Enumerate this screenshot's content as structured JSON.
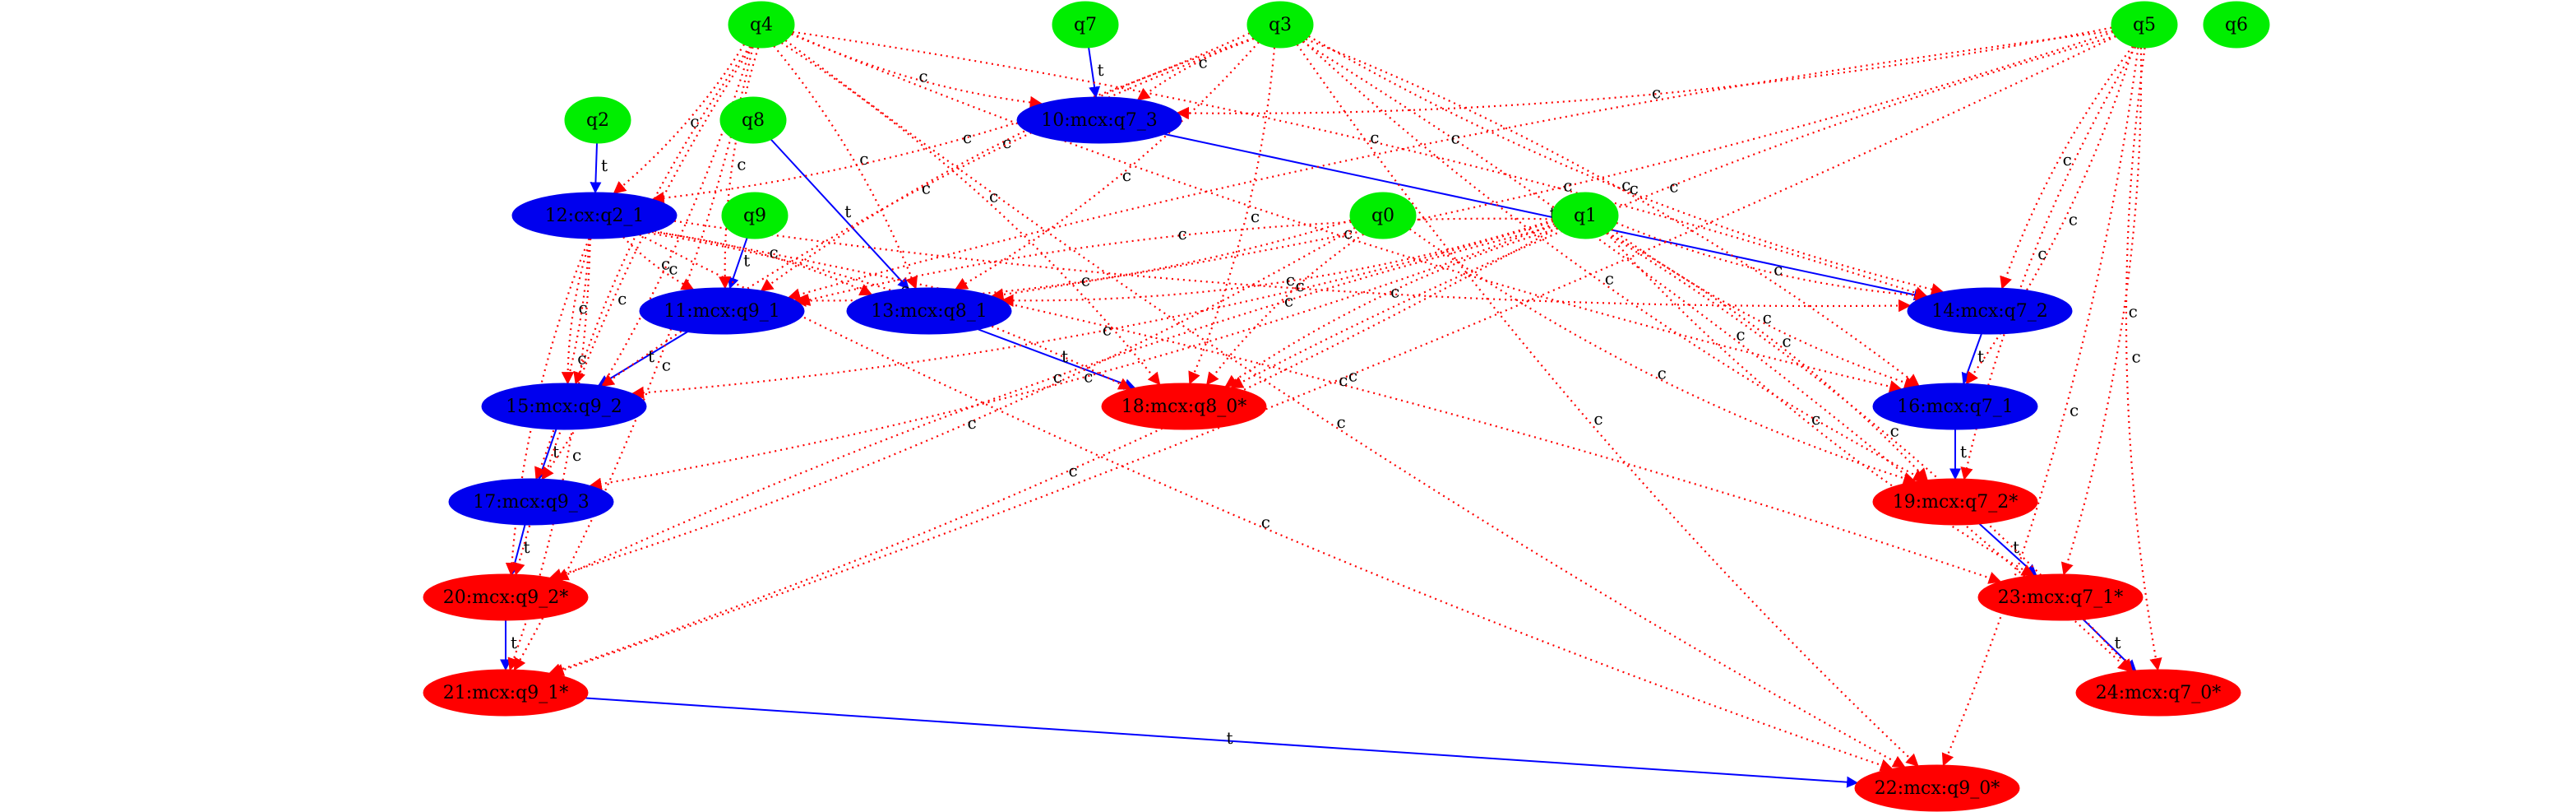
{
  "colors": {
    "input": "#00ee00",
    "mid": "#0000ee",
    "output": "#ff0000",
    "target_edge": "#0000ff",
    "control_edge": "#ff0000"
  },
  "nodes": [
    {
      "id": "q4",
      "label": "q4",
      "kind": "input"
    },
    {
      "id": "q7",
      "label": "q7",
      "kind": "input"
    },
    {
      "id": "q3",
      "label": "q3",
      "kind": "input"
    },
    {
      "id": "q5",
      "label": "q5",
      "kind": "input"
    },
    {
      "id": "q6",
      "label": "q6",
      "kind": "input"
    },
    {
      "id": "q2",
      "label": "q2",
      "kind": "input"
    },
    {
      "id": "q8",
      "label": "q8",
      "kind": "input"
    },
    {
      "id": "q9",
      "label": "q9",
      "kind": "input"
    },
    {
      "id": "q0",
      "label": "q0",
      "kind": "input"
    },
    {
      "id": "q1",
      "label": "q1",
      "kind": "input"
    },
    {
      "id": "n10",
      "label": "10:mcx:q7_3",
      "kind": "mid"
    },
    {
      "id": "n12",
      "label": "12:cx:q2_1",
      "kind": "mid"
    },
    {
      "id": "n11",
      "label": "11:mcx:q9_1",
      "kind": "mid"
    },
    {
      "id": "n13",
      "label": "13:mcx:q8_1",
      "kind": "mid"
    },
    {
      "id": "n14",
      "label": "14:mcx:q7_2",
      "kind": "mid"
    },
    {
      "id": "n15",
      "label": "15:mcx:q9_2",
      "kind": "mid"
    },
    {
      "id": "n16",
      "label": "16:mcx:q7_1",
      "kind": "mid"
    },
    {
      "id": "n17",
      "label": "17:mcx:q9_3",
      "kind": "mid"
    },
    {
      "id": "n18",
      "label": "18:mcx:q8_0*",
      "kind": "output"
    },
    {
      "id": "n19",
      "label": "19:mcx:q7_2*",
      "kind": "output"
    },
    {
      "id": "n20",
      "label": "20:mcx:q9_2*",
      "kind": "output"
    },
    {
      "id": "n23",
      "label": "23:mcx:q7_1*",
      "kind": "output"
    },
    {
      "id": "n21",
      "label": "21:mcx:q9_1*",
      "kind": "output"
    },
    {
      "id": "n24",
      "label": "24:mcx:q7_0*",
      "kind": "output"
    },
    {
      "id": "n22",
      "label": "22:mcx:q9_0*",
      "kind": "output"
    }
  ],
  "edges": [
    {
      "from": "q7",
      "to": "n10",
      "label": "t",
      "kind": "target"
    },
    {
      "from": "q2",
      "to": "n12",
      "label": "t",
      "kind": "target"
    },
    {
      "from": "q9",
      "to": "n11",
      "label": "t",
      "kind": "target"
    },
    {
      "from": "q8",
      "to": "n13",
      "label": "t",
      "kind": "target"
    },
    {
      "from": "n10",
      "to": "n14",
      "label": "t",
      "kind": "target"
    },
    {
      "from": "n11",
      "to": "n15",
      "label": "t",
      "kind": "target"
    },
    {
      "from": "n13",
      "to": "n18",
      "label": "t",
      "kind": "target"
    },
    {
      "from": "n14",
      "to": "n16",
      "label": "t",
      "kind": "target"
    },
    {
      "from": "n15",
      "to": "n17",
      "label": "t",
      "kind": "target"
    },
    {
      "from": "n16",
      "to": "n19",
      "label": "t",
      "kind": "target"
    },
    {
      "from": "n17",
      "to": "n20",
      "label": "t",
      "kind": "target"
    },
    {
      "from": "n19",
      "to": "n23",
      "label": "t",
      "kind": "target"
    },
    {
      "from": "n20",
      "to": "n21",
      "label": "t",
      "kind": "target"
    },
    {
      "from": "n23",
      "to": "n24",
      "label": "t",
      "kind": "target"
    },
    {
      "from": "n21",
      "to": "n22",
      "label": "t",
      "kind": "target"
    },
    {
      "from": "q4",
      "to": "n10",
      "label": "c",
      "kind": "control"
    },
    {
      "from": "q4",
      "to": "n12",
      "label": "c",
      "kind": "control"
    },
    {
      "from": "q4",
      "to": "n11",
      "label": "c",
      "kind": "control"
    },
    {
      "from": "q4",
      "to": "n13",
      "label": "c",
      "kind": "control"
    },
    {
      "from": "q4",
      "to": "n15",
      "label": "c",
      "kind": "control"
    },
    {
      "from": "q4",
      "to": "n17",
      "label": "c",
      "kind": "control"
    },
    {
      "from": "q4",
      "to": "n20",
      "label": "c",
      "kind": "control"
    },
    {
      "from": "q4",
      "to": "n21",
      "label": "c",
      "kind": "control"
    },
    {
      "from": "q4",
      "to": "n22",
      "label": "c",
      "kind": "control"
    },
    {
      "from": "q4",
      "to": "n14",
      "label": "c",
      "kind": "control"
    },
    {
      "from": "q4",
      "to": "n16",
      "label": "c",
      "kind": "control"
    },
    {
      "from": "q4",
      "to": "n18",
      "label": "c",
      "kind": "control"
    },
    {
      "from": "q3",
      "to": "n10",
      "label": "c",
      "kind": "control"
    },
    {
      "from": "q3",
      "to": "n12",
      "label": "c",
      "kind": "control"
    },
    {
      "from": "q3",
      "to": "n11",
      "label": "c",
      "kind": "control"
    },
    {
      "from": "q3",
      "to": "n13",
      "label": "c",
      "kind": "control"
    },
    {
      "from": "q3",
      "to": "n14",
      "label": "c",
      "kind": "control"
    },
    {
      "from": "q3",
      "to": "n16",
      "label": "c",
      "kind": "control"
    },
    {
      "from": "q3",
      "to": "n19",
      "label": "c",
      "kind": "control"
    },
    {
      "from": "q3",
      "to": "n18",
      "label": "c",
      "kind": "control"
    },
    {
      "from": "q3",
      "to": "n15",
      "label": "c",
      "kind": "control"
    },
    {
      "from": "q3",
      "to": "n24",
      "label": "c",
      "kind": "control"
    },
    {
      "from": "q3",
      "to": "n22",
      "label": "c",
      "kind": "control"
    },
    {
      "from": "q5",
      "to": "n10",
      "label": "c",
      "kind": "control"
    },
    {
      "from": "q5",
      "to": "n14",
      "label": "c",
      "kind": "control"
    },
    {
      "from": "q5",
      "to": "n16",
      "label": "c",
      "kind": "control"
    },
    {
      "from": "q5",
      "to": "n19",
      "label": "c",
      "kind": "control"
    },
    {
      "from": "q5",
      "to": "n23",
      "label": "c",
      "kind": "control"
    },
    {
      "from": "q5",
      "to": "n24",
      "label": "c",
      "kind": "control"
    },
    {
      "from": "q5",
      "to": "n22",
      "label": "c",
      "kind": "control"
    },
    {
      "from": "q5",
      "to": "n11",
      "label": "c",
      "kind": "control"
    },
    {
      "from": "q5",
      "to": "n13",
      "label": "c",
      "kind": "control"
    },
    {
      "from": "q5",
      "to": "n18",
      "label": "c",
      "kind": "control"
    },
    {
      "from": "q5",
      "to": "n21",
      "label": "c",
      "kind": "control"
    },
    {
      "from": "n12",
      "to": "n11",
      "label": "c",
      "kind": "control"
    },
    {
      "from": "n12",
      "to": "n13",
      "label": "c",
      "kind": "control"
    },
    {
      "from": "n12",
      "to": "n15",
      "label": "c",
      "kind": "control"
    },
    {
      "from": "n12",
      "to": "n17",
      "label": "c",
      "kind": "control"
    },
    {
      "from": "n12",
      "to": "n20",
      "label": "c",
      "kind": "control"
    },
    {
      "from": "n12",
      "to": "n21",
      "label": "c",
      "kind": "control"
    },
    {
      "from": "n12",
      "to": "n22",
      "label": "c",
      "kind": "control"
    },
    {
      "from": "n12",
      "to": "n18",
      "label": "c",
      "kind": "control"
    },
    {
      "from": "n12",
      "to": "n14",
      "label": "c",
      "kind": "control"
    },
    {
      "from": "n12",
      "to": "n23",
      "label": "c",
      "kind": "control"
    },
    {
      "from": "q0",
      "to": "n18",
      "label": "c",
      "kind": "control"
    },
    {
      "from": "q0",
      "to": "n20",
      "label": "c",
      "kind": "control"
    },
    {
      "from": "q0",
      "to": "n19",
      "label": "c",
      "kind": "control"
    },
    {
      "from": "q0",
      "to": "n11",
      "label": "c",
      "kind": "control"
    },
    {
      "from": "q1",
      "to": "n11",
      "label": "c",
      "kind": "control"
    },
    {
      "from": "q1",
      "to": "n13",
      "label": "c",
      "kind": "control"
    },
    {
      "from": "q1",
      "to": "n14",
      "label": "c",
      "kind": "control"
    },
    {
      "from": "q1",
      "to": "n15",
      "label": "c",
      "kind": "control"
    },
    {
      "from": "q1",
      "to": "n16",
      "label": "c",
      "kind": "control"
    },
    {
      "from": "q1",
      "to": "n17",
      "label": "c",
      "kind": "control"
    },
    {
      "from": "q1",
      "to": "n18",
      "label": "c",
      "kind": "control"
    },
    {
      "from": "q1",
      "to": "n19",
      "label": "c",
      "kind": "control"
    },
    {
      "from": "q1",
      "to": "n20",
      "label": "c",
      "kind": "control"
    },
    {
      "from": "q1",
      "to": "n21",
      "label": "c",
      "kind": "control"
    },
    {
      "from": "q1",
      "to": "n23",
      "label": "c",
      "kind": "control"
    },
    {
      "from": "q1",
      "to": "n24",
      "label": "c",
      "kind": "control"
    }
  ]
}
